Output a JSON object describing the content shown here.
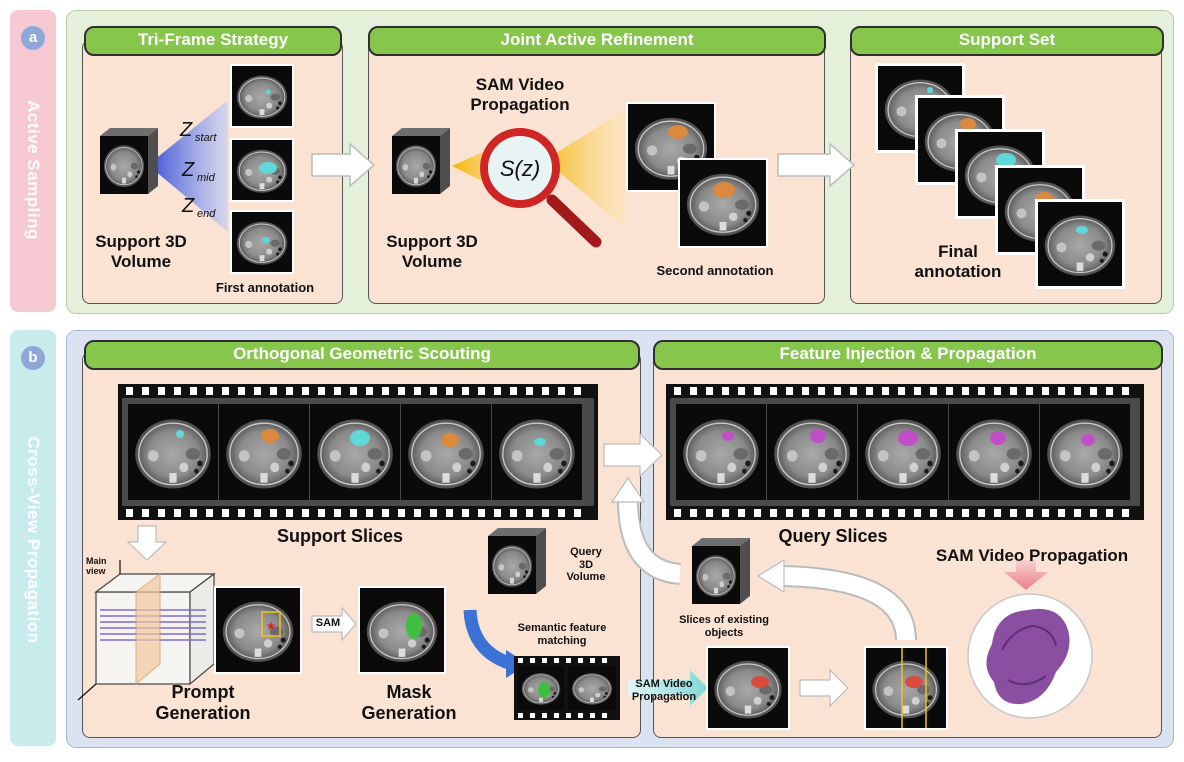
{
  "rows": {
    "a": {
      "badge": "a",
      "side_label": "Active Sampling"
    },
    "b": {
      "badge": "b",
      "side_label": "Cross-View Propagation"
    }
  },
  "panels": {
    "tri_frame": {
      "title": "Tri-Frame Strategy",
      "z_labels": {
        "start_sub": "start",
        "mid_sub": "mid",
        "end_sub": "end",
        "symbol": "Z"
      },
      "volume_label_1": "Support 3D",
      "volume_label_2": "Volume",
      "caption": "First annotation"
    },
    "joint_refinement": {
      "title": "Joint Active Refinement",
      "sam_label_1": "SAM Video",
      "sam_label_2": "Propagation",
      "lens_text": "S(z)",
      "volume_label_1": "Support 3D",
      "volume_label_2": "Volume",
      "caption": "Second annotation"
    },
    "support_set": {
      "title": "Support Set",
      "caption_1": "Final",
      "caption_2": "annotation"
    },
    "orthogonal": {
      "title": "Orthogonal Geometric Scouting",
      "support_slices": "Support Slices",
      "main_view_1": "Main",
      "main_view_2": "view",
      "sam_tag": "SAM",
      "prompt_1": "Prompt",
      "prompt_2": "Generation",
      "mask_1": "Mask",
      "mask_2": "Generation",
      "query_1": "Query",
      "query_2": "3D",
      "query_3": "Volume",
      "semantic_1": "Semantic feature",
      "semantic_2": "matching"
    },
    "feature_injection": {
      "title": "Feature Injection & Propagation",
      "query_slices": "Query Slices",
      "sam_video": "SAM Video Propagation",
      "slices_existing_1": "Slices of existing",
      "slices_existing_2": "objects",
      "sam_prop_1": "SAM Video",
      "sam_prop_2": "Propagation"
    }
  },
  "colors": {
    "row_a_bg": "#e4f0da",
    "row_b_bg": "#dbe3f3",
    "panel_bg": "#fbe3d3",
    "pill_green": "#86c64b",
    "cyan_mask": "#5fd8d8",
    "orange_mask": "#d98a3e",
    "magenta_mask": "#c04fc7",
    "green_mask": "#3fbf3f",
    "red_mask": "#d94a3f",
    "purple_mesh": "#8a4fa0"
  }
}
